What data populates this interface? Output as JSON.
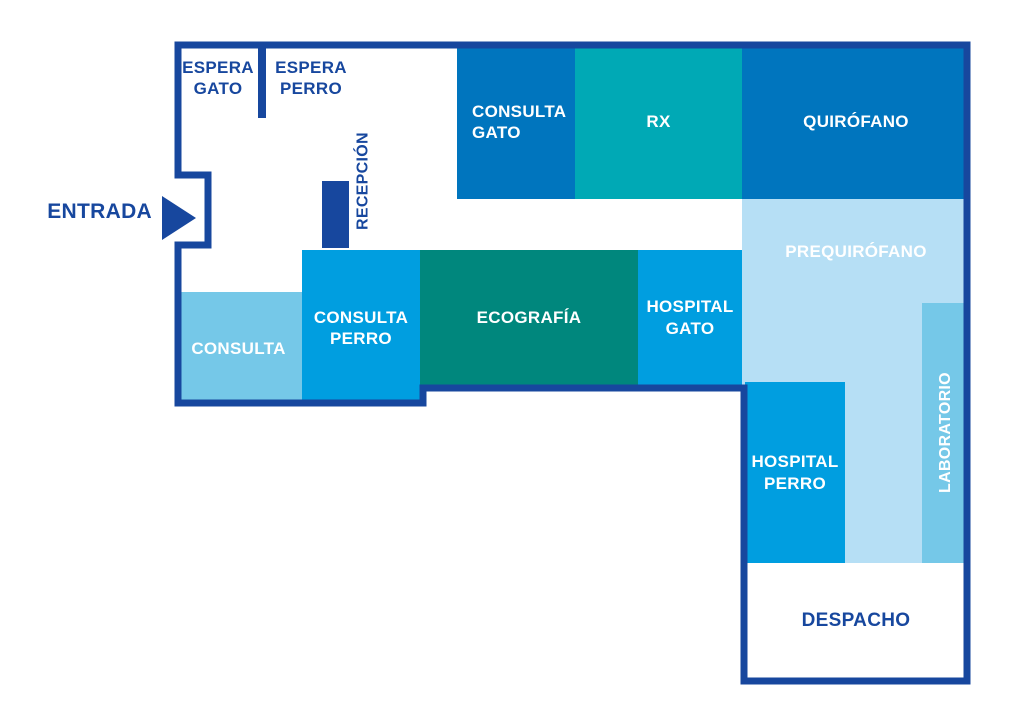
{
  "entrada": {
    "label": "ENTRADA"
  },
  "rooms": {
    "espera_gato": {
      "label": "ESPERA\nGATO"
    },
    "espera_perro": {
      "label": "ESPERA\nPERRO"
    },
    "consulta_gato": {
      "label": "CONSULTA\nGATO"
    },
    "rx": {
      "label": "RX"
    },
    "quirofano": {
      "label": "QUIRÓFANO"
    },
    "prequirofano": {
      "label": "PREQUIRÓFANO"
    },
    "consulta": {
      "label": "CONSULTA"
    },
    "consulta_perro": {
      "label": "CONSULTA\nPERRO"
    },
    "ecografia": {
      "label": "ECOGRAFÍA"
    },
    "hospital_gato": {
      "label": "HOSPITAL\nGATO"
    },
    "hospital_perro": {
      "label": "HOSPITAL\nPERRO"
    },
    "laboratorio": {
      "label": "LABORATORIO"
    },
    "despacho": {
      "label": "DESPACHO"
    },
    "recepcion": {
      "label": "RECEPCIÓN"
    }
  },
  "colors": {
    "wall": "#17479E",
    "medium_blue": "#0075BE",
    "bright_blue": "#009EE0",
    "light_blue": "#75C8E8",
    "pale_blue": "#B6DFF5",
    "teal": "#00A9B5",
    "dark_teal": "#00877D",
    "white_room": "#FFFFFF"
  }
}
